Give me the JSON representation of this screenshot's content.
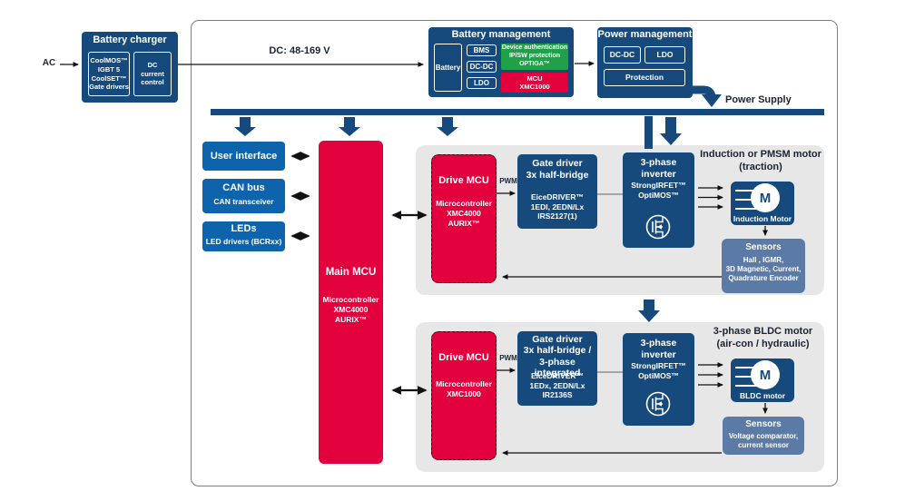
{
  "labels": {
    "ac": "AC",
    "dc_link": "DC: 48-169 V",
    "power_supply": "Power Supply"
  },
  "battery_charger": {
    "title": "Battery charger",
    "switches": "CoolMOS™\nIGBT 5\nCoolSET™\nGate drivers",
    "dc_control": "DC\ncurrent\ncontrol"
  },
  "battery_management": {
    "title": "Battery management",
    "battery": "Battery",
    "bms": "BMS",
    "dcdc": "DC-DC",
    "ldo": "LDO",
    "auth": "Device authentication\nIP/SW protection\nOPTIGA™",
    "mcu": "MCU\nXMC1000"
  },
  "power_management": {
    "title": "Power management",
    "dcdc": "DC-DC",
    "ldo": "LDO",
    "protection": "Protection"
  },
  "peripherals": {
    "user_interface": {
      "title": "User interface"
    },
    "can_bus": {
      "title": "CAN bus",
      "subtitle": "CAN transceiver"
    },
    "leds": {
      "title": "LEDs",
      "subtitle": "LED drivers (BCRxx)"
    }
  },
  "main_mcu": {
    "title": "Main MCU",
    "subtitle": "Microcontroller\nXMC4000\nAURIX™"
  },
  "traction_chain": {
    "heading": "Induction or PMSM motor\n(traction)",
    "pwm_label": "PWM",
    "drive_mcu": {
      "title": "Drive MCU",
      "subtitle": "Microcontroller\nXMC4000\nAURIX™"
    },
    "gate_driver": {
      "title": "Gate driver\n3x half-bridge",
      "subtitle": "EiceDRIVER™\n1EDI, 2EDN/Lx\nIRS2127(1)"
    },
    "inverter": {
      "title": "3-phase inverter",
      "subtitle": "StrongIRFET™\nOptiMOS™"
    },
    "motor": {
      "symbol": "M",
      "label": "Induction Motor"
    },
    "sensors": {
      "title": "Sensors",
      "subtitle": "Hall , IGMR,\n3D Magnetic, Current,\nQuadrature Encoder"
    }
  },
  "bldc_chain": {
    "heading": "3-phase BLDC motor\n(air-con / hydraulic)",
    "pwm_label": "PWM",
    "drive_mcu": {
      "title": "Drive MCU",
      "subtitle": "Microcontroller\nXMC1000"
    },
    "gate_driver": {
      "title": "Gate driver\n3x half-bridge /\n3-phase integrated",
      "subtitle": "EiceDRIVER™\n1EDx, 2EDN/Lx\nIR2136S"
    },
    "inverter": {
      "title": "3-phase inverter",
      "subtitle": "StrongIRFET™\nOptiMOS™"
    },
    "motor": {
      "symbol": "M",
      "label": "BLDC motor"
    },
    "sensors": {
      "title": "Sensors",
      "subtitle": "Voltage comparator,\ncurrent sensor"
    }
  },
  "icons": [
    "mosfet-icon",
    "motor-icon",
    "down-block-arrow-icon",
    "double-arrow-icon"
  ],
  "colors": {
    "navy": "#164a7d",
    "bright_blue": "#0e63ad",
    "red": "#e2003d",
    "green": "#21a04a",
    "slate_blue": "#5b7ba6",
    "panel_gray": "#e7e7e7",
    "label_dark": "#1a2433"
  }
}
